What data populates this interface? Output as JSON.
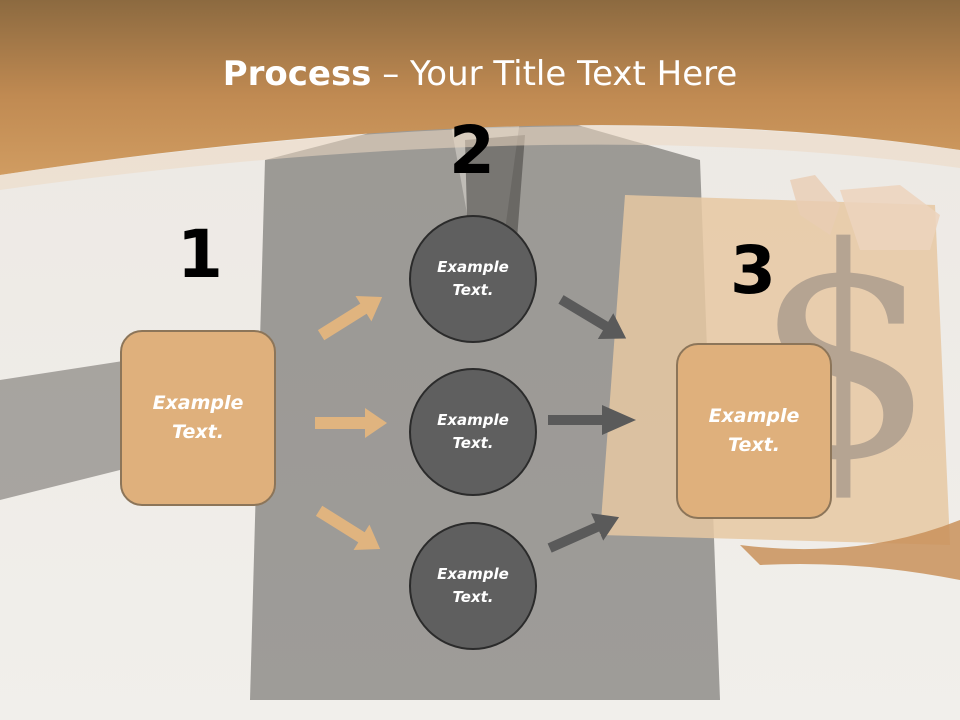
{
  "title": {
    "bold": "Process",
    "rest": " – Your Title Text Here"
  },
  "steps": [
    {
      "number": "1",
      "text": "Example\nText."
    },
    {
      "number": "2",
      "nodes": [
        "Example\nText.",
        "Example\nText.",
        "Example\nText."
      ]
    },
    {
      "number": "3",
      "text": "Example\nText."
    }
  ],
  "colors": {
    "header": "#c9915a",
    "box_fill": "#dfb07c",
    "circle_fill": "#5f5f5f",
    "arrow_tan": "#e0b47f",
    "arrow_dark": "#5a5a5a"
  }
}
